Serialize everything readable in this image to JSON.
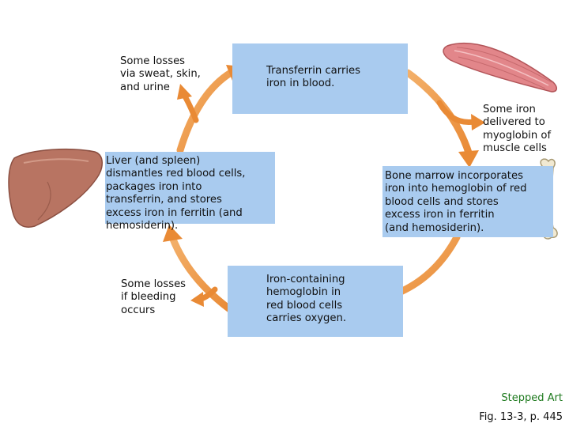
{
  "colors": {
    "box_fill": "#a9cbef",
    "arrow": "#e98a35",
    "arrow_light": "#f3b06a",
    "credit_green": "#1e7a1e",
    "text": "#111111"
  },
  "icons": [
    "muscle-icon",
    "liver-icon",
    "bone-icon"
  ],
  "boxes": {
    "transferrin": "Transferrin carries\niron in blood.",
    "bone_marrow": "Bone marrow incorporates\niron into hemoglobin of red\nblood cells and stores\nexcess iron in ferritin\n(and hemosiderin).",
    "hemoglobin": "Iron-containing\nhemoglobin in\nred blood cells\ncarries oxygen.",
    "liver": "Liver (and spleen)\ndismantles red blood cells,\npackages iron into\ntransferrin, and stores\nexcess iron in ferritin (and\nhemosiderin)."
  },
  "labels": {
    "sweat_losses": "Some losses\nvia sweat, skin,\nand urine",
    "myoglobin": "Some iron\ndelivered to\nmyoglobin of\nmuscle cells",
    "bleeding_losses": "Some losses\nif bleeding\noccurs"
  },
  "credits": {
    "stepped_art": "Stepped Art",
    "figure_ref": "Fig. 13-3, p. 445"
  }
}
